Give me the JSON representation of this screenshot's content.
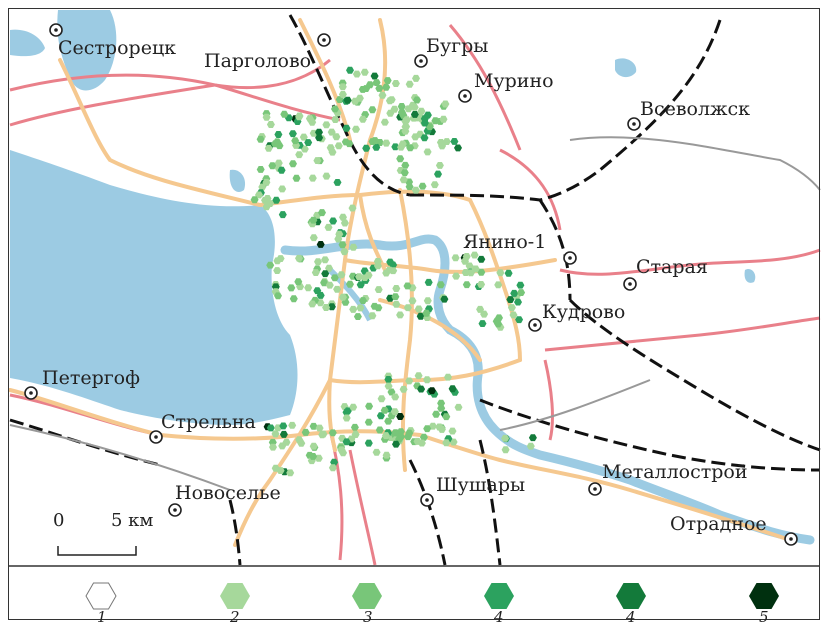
{
  "places": [
    {
      "id": "sestroretsk",
      "name": "Сестрорецк"
    },
    {
      "id": "pargolovo",
      "name": "Парголово"
    },
    {
      "id": "bugry",
      "name": "Бугры"
    },
    {
      "id": "murino",
      "name": "Мурино"
    },
    {
      "id": "vsevolozhsk",
      "name": "Всеволжск"
    },
    {
      "id": "yanino",
      "name": "Янино-1"
    },
    {
      "id": "staraya",
      "name": "Старая"
    },
    {
      "id": "kudrovo",
      "name": "Кудрово"
    },
    {
      "id": "peterhof",
      "name": "Петергоф"
    },
    {
      "id": "strelna",
      "name": "Стрельна"
    },
    {
      "id": "novoselye",
      "name": "Новоселье"
    },
    {
      "id": "shushary",
      "name": "Шушары"
    },
    {
      "id": "metallostroy",
      "name": "Металлострой"
    },
    {
      "id": "otradnoe",
      "name": "Отрадное"
    }
  ],
  "scale_bar": {
    "zero": "0",
    "distance": "5 км"
  },
  "legend": [
    {
      "label": "1",
      "color": "#ffffff"
    },
    {
      "label": "2",
      "color": "#a6d89b"
    },
    {
      "label": "3",
      "color": "#78c679"
    },
    {
      "label": "4",
      "color": "#2ca25f"
    },
    {
      "label": "4",
      "color": "#137a3a"
    },
    {
      "label": "5",
      "color": "#00300f"
    }
  ],
  "colors": {
    "water": "#9ccbe3",
    "road_major": "#f5c88f",
    "road_arterial": "#e9808a",
    "railway": "#111111"
  }
}
